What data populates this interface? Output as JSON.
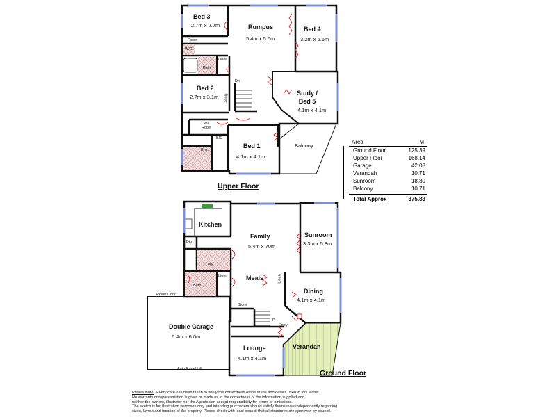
{
  "upper_floor": {
    "title": "Upper Floor",
    "rooms": {
      "bed3": {
        "name": "Bed 3",
        "dims": "2.7m x 2.7m"
      },
      "rumpus": {
        "name": "Rumpus",
        "dims": "5.4m x 5.6m"
      },
      "bed4": {
        "name": "Bed 4",
        "dims": "3.2m x 5.6m"
      },
      "bed2": {
        "name": "Bed 2",
        "dims": "2.7m x 3.1m"
      },
      "study": {
        "name": "Study /\nBed 5",
        "dims": "4.1m x 4.1m"
      },
      "bed1": {
        "name": "Bed 1",
        "dims": "4.1m x 4.1m"
      },
      "balcony": {
        "name": "Balcony"
      }
    },
    "small_labels": {
      "robe": "Robe",
      "wc": "W/C",
      "bath": "Bath",
      "linen": "Linen",
      "dn": "Dn",
      "robe2": "Robe",
      "wi_robe": "WI\nRobe",
      "bic": "BIC",
      "ens": "Ens."
    }
  },
  "ground_floor": {
    "title": "Ground Floor",
    "rooms": {
      "kitchen": {
        "name": "Kitchen"
      },
      "family": {
        "name": "Family",
        "dims": "5.4m x 70m"
      },
      "sunroom": {
        "name": "Sunroom",
        "dims": "3.3m x 5.8m"
      },
      "meals": {
        "name": "Meals"
      },
      "dining": {
        "name": "Dining",
        "dims": "4.1m x 4.1m"
      },
      "garage": {
        "name": "Double Garage",
        "dims": "6.4m x 6.0m"
      },
      "lounge": {
        "name": "Lounge",
        "dims": "4.1m x 4.1m"
      },
      "verandah": {
        "name": "Verandah"
      }
    },
    "small_labels": {
      "pty": "Pty",
      "ldry": "Ldry",
      "linen": "Linen",
      "bath": "Bath",
      "linen2": "Linen",
      "store": "Store",
      "up": "Up",
      "entry": "Entry",
      "roller_door": "Roller Door",
      "auto_panel_lift": "Auto Panel Lift"
    }
  },
  "area_table": {
    "header_area": "Area",
    "header_unit": "M",
    "rows": [
      {
        "label": "Ground Floor",
        "value": "125.39"
      },
      {
        "label": "Upper Floor",
        "value": "168.14"
      },
      {
        "label": "Garage",
        "value": "42.08"
      },
      {
        "label": "Verandah",
        "value": "10.71"
      },
      {
        "label": "Sunroom",
        "value": "18.80"
      },
      {
        "label": "Balcony",
        "value": "10.71"
      }
    ],
    "total_label": "Total Approx",
    "total_value": "375.83"
  },
  "disclaimer": {
    "lead": "Please Note:",
    "line1": "Every care has been taken to verify the correctness of the areas and details used in this leaflet.",
    "line2": "No warranty or representation is given or made as to the correctness of the information supplied and",
    "line3": "neither the owners, illustrator nor the Agents can accept responsibility for errors or omissions.",
    "line4": "The sketch is for illustration purposes only and intending purchasers should satisfy themselves independently regarding",
    "line5": "sizes, layout and location of the property. Please check with local council that all structures are approved by council."
  },
  "colors": {
    "wall": "#111111",
    "window": "#7f8fd6",
    "door_swing": "#d02020",
    "tile": "#e8c8c8",
    "verandah": "#d8e8a8",
    "greenery": "#3c9a3c"
  }
}
